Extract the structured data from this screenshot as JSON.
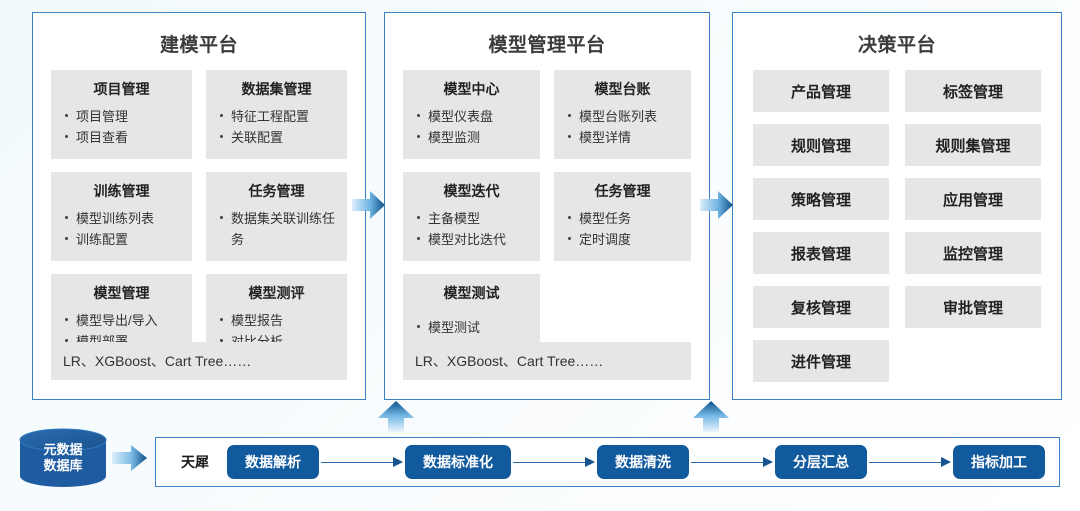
{
  "colors": {
    "panel_border": "#3b7fc4",
    "card_bg": "#e6e6e6",
    "pipeline_step_bg": "#125a9e",
    "arrow_dark": "#1766ad",
    "arrow_light": "#cfe8f7",
    "db_fill": "#1f5ba0",
    "background": "#f2fafd"
  },
  "panels": [
    {
      "id": "modeling",
      "title": "建模平台",
      "cards": [
        {
          "title": "项目管理",
          "items": [
            "项目管理",
            "项目查看"
          ]
        },
        {
          "title": "数据集管理",
          "items": [
            "特征工程配置",
            "关联配置"
          ]
        },
        {
          "title": "训练管理",
          "items": [
            "模型训练列表",
            "训练配置"
          ]
        },
        {
          "title": "任务管理",
          "items": [
            "数据集关联训练任务"
          ]
        },
        {
          "title": "模型管理",
          "items": [
            "模型导出/导入",
            "模型部署"
          ]
        },
        {
          "title": "模型测评",
          "items": [
            "模型报告",
            "对比分析"
          ]
        }
      ],
      "algo_bar": "LR、XGBoost、Cart Tree……"
    },
    {
      "id": "management",
      "title": "模型管理平台",
      "cards": [
        {
          "title": "模型中心",
          "items": [
            "模型仪表盘",
            "模型监测"
          ]
        },
        {
          "title": "模型台账",
          "items": [
            "模型台账列表",
            "模型详情"
          ]
        },
        {
          "title": "模型迭代",
          "items": [
            "主备模型",
            "模型对比迭代"
          ]
        },
        {
          "title": "任务管理",
          "items": [
            "模型任务",
            "定时调度"
          ]
        },
        {
          "title": "模型测试",
          "items": [
            "模型测试"
          ]
        }
      ],
      "algo_bar": "LR、XGBoost、Cart Tree……"
    },
    {
      "id": "decision",
      "title": "决策平台",
      "tiles": [
        "产品管理",
        "标签管理",
        "规则管理",
        "规则集管理",
        "策略管理",
        "应用管理",
        "报表管理",
        "监控管理",
        "复核管理",
        "审批管理",
        "进件管理"
      ]
    }
  ],
  "database": {
    "label_line1": "元数据",
    "label_line2": "数据库"
  },
  "pipeline": {
    "label": "天犀",
    "steps": [
      "数据解析",
      "数据标准化",
      "数据清洗",
      "分层汇总",
      "指标加工"
    ]
  }
}
